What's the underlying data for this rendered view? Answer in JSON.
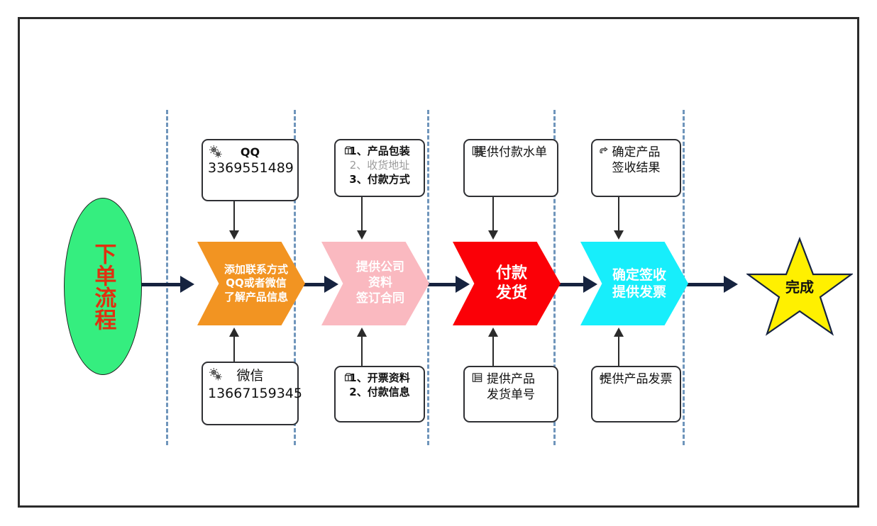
{
  "diagram": {
    "title_text": "下单流程",
    "start": {
      "label": "下单流程",
      "fill": "#35EE7F",
      "text_color": "#E03010"
    },
    "finish": {
      "label": "完成",
      "fill": "#FFF000",
      "text_color": "#111111"
    },
    "stages": [
      {
        "id": "stage-contact",
        "label": "添加联系方式\nQQ或者微信\n了解产品信息",
        "color": "#F29422",
        "top_note": {
          "icon": "gears-icon",
          "lines": [
            "QQ",
            "3369551489"
          ]
        },
        "bottom_note": {
          "icon": "gears-icon",
          "lines": [
            "微信",
            "13667159345"
          ]
        }
      },
      {
        "id": "stage-company-info",
        "label": "提供公司\n资料\n签订合同",
        "color": "#FAB9C0",
        "top_note": {
          "icon": "package-person-icon",
          "lines": [
            "1、产品包装",
            "2、收货地址",
            "3、付款方式"
          ]
        },
        "bottom_note": {
          "icon": "package-person-icon",
          "lines": [
            "1、开票资料",
            "2、付款信息"
          ]
        }
      },
      {
        "id": "stage-pay-ship",
        "label": "付款\n发货",
        "color": "#FB0007",
        "top_note": {
          "icon": "list-document-icon",
          "lines": [
            "提供付款水单"
          ]
        },
        "bottom_note": {
          "icon": "list-document-icon",
          "lines": [
            "提供产品",
            "发货单号"
          ]
        }
      },
      {
        "id": "stage-receipt-invoice",
        "label": "确定签收\n提供发票",
        "color": "#17EEFB",
        "top_note": {
          "icon": "pointing-hand-icon",
          "lines": [
            "确定产品",
            "签收结果"
          ]
        },
        "bottom_note": {
          "icon": "pointing-hand-icon",
          "lines": [
            "提供产品发票"
          ]
        }
      }
    ],
    "colors": {
      "flow_line": "#16233F",
      "lane_separator": "#6f95bb",
      "frame_border": "#2b2b2b",
      "note_border": "#2f3034",
      "muted_text": "#9b9b9b"
    }
  }
}
